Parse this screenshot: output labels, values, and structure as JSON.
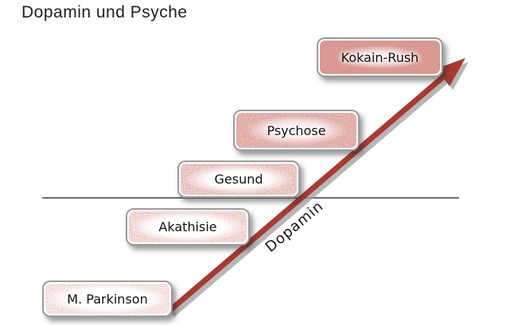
{
  "title": "Dopamin und Psyche",
  "arrow": {
    "label": "Dopamin",
    "color": "#a83a30",
    "shadow_color": "#9e9e9e",
    "direction": "rising-left-to-right"
  },
  "baseline": {
    "color": "#6e6e6e"
  },
  "boxes": [
    {
      "id": "kokain-rush",
      "label": "Kokain-Rush",
      "dopamine_level": "highest"
    },
    {
      "id": "psychose",
      "label": "Psychose",
      "dopamine_level": "high"
    },
    {
      "id": "gesund",
      "label": "Gesund",
      "dopamine_level": "normal"
    },
    {
      "id": "akathisie",
      "label": "Akathisie",
      "dopamine_level": "low"
    },
    {
      "id": "m-parkinson",
      "label": "M. Parkinson",
      "dopamine_level": "lowest"
    }
  ],
  "colors": {
    "speckle_red": "#b5443a",
    "box_border": "#9c9c9c",
    "text": "#1a1a1a",
    "background": "#ffffff"
  }
}
